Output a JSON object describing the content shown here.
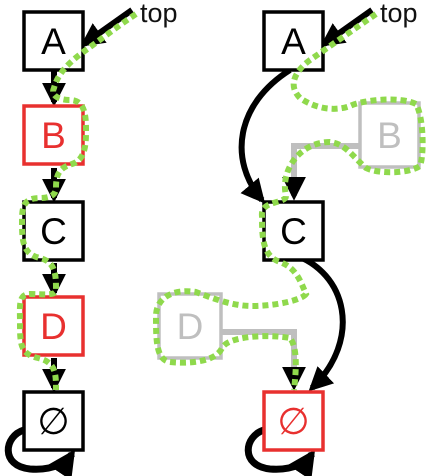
{
  "colors": {
    "black": "#000000",
    "red": "#e8302f",
    "grey": "#bfbfbf",
    "green": "#8fd94c"
  },
  "left_panel": {
    "top_label": "top",
    "nodes": [
      {
        "label": "A",
        "color": "black"
      },
      {
        "label": "B",
        "color": "red"
      },
      {
        "label": "C",
        "color": "black"
      },
      {
        "label": "D",
        "color": "red"
      },
      {
        "label": "∅",
        "color": "black"
      }
    ]
  },
  "right_panel": {
    "top_label": "top",
    "nodes": [
      {
        "label": "A",
        "color": "black"
      },
      {
        "label": "B",
        "color": "grey"
      },
      {
        "label": "C",
        "color": "black"
      },
      {
        "label": "D",
        "color": "grey"
      },
      {
        "label": "∅",
        "color": "red"
      }
    ]
  }
}
